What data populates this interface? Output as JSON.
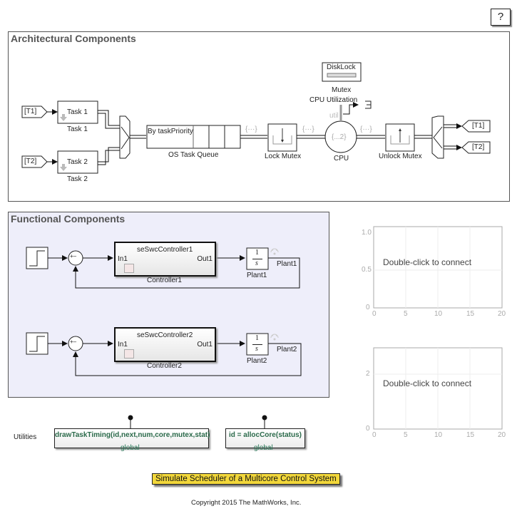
{
  "help_button": {
    "label": "?"
  },
  "architectural": {
    "title": "Architectural Components",
    "goto_in": [
      "[T1]",
      "[T2]"
    ],
    "tasks": [
      {
        "block_text": "Task 1",
        "label": "Task 1"
      },
      {
        "block_text": "Task 2",
        "label": "Task 2"
      }
    ],
    "queue": {
      "block_text": "By taskPriority",
      "label": "OS Task Queue"
    },
    "lock_mutex": {
      "label": "Lock Mutex"
    },
    "mutex": {
      "block_text": "DiskLock",
      "label": "Mutex"
    },
    "cpu": {
      "label": "CPU",
      "inner": "{...2}",
      "port": "util",
      "signal_label": "CPU Utilization"
    },
    "unlock_mutex": {
      "label": "Unlock Mutex"
    },
    "entity_marker": "{···}",
    "goto_out": [
      "[T1]",
      "[T2]"
    ]
  },
  "functional": {
    "title": "Functional Components",
    "loops": [
      {
        "subsystem_title": "seSwcController1",
        "in_port": "In1",
        "out_port": "Out1",
        "label": "Controller1",
        "plant_num": "1",
        "plant_den": "s",
        "plant_label": "Plant1",
        "signal_label": "Plant1",
        "sum_signs": "+–"
      },
      {
        "subsystem_title": "seSwcController2",
        "in_port": "In1",
        "out_port": "Out1",
        "label": "Controller2",
        "plant_num": "1",
        "plant_den": "s",
        "plant_label": "Plant2",
        "signal_label": "Plant2",
        "sum_signs": "+–"
      }
    ]
  },
  "scopes": [
    {
      "placeholder": "Double-click to connect",
      "x_ticks": [
        "0",
        "5",
        "10",
        "15",
        "20"
      ],
      "y_ticks": [
        "1.0",
        "0.5",
        "0"
      ]
    },
    {
      "placeholder": "Double-click to connect",
      "x_ticks": [
        "0",
        "5",
        "10",
        "15",
        "20"
      ],
      "y_ticks": [
        "2",
        "0"
      ]
    }
  ],
  "utilities": {
    "label": "Utilities",
    "functions": [
      {
        "signature": "drawTaskTiming(id,next,num,core,mutex,stat)",
        "scope": "global"
      },
      {
        "signature": "id = allocCore(status)",
        "scope": "global"
      }
    ]
  },
  "model_title": "Simulate Scheduler of a Multicore Control System",
  "copyright": "Copyright 2015 The MathWorks, Inc."
}
